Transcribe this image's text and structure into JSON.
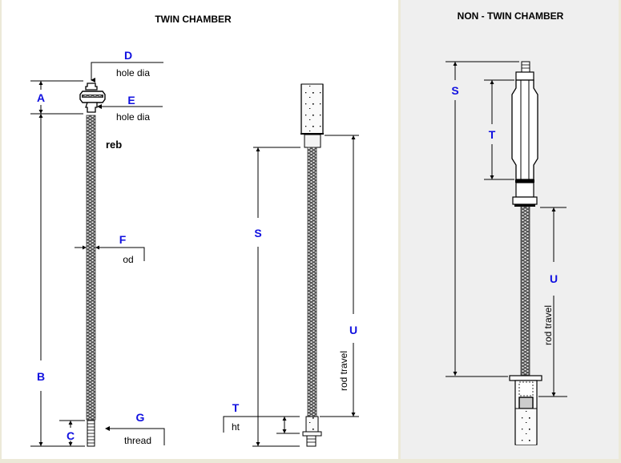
{
  "twin_chamber": {
    "title": "TWIN CHAMBER",
    "dimensions": {
      "A": "A",
      "B": "B",
      "C": "C",
      "D": "D",
      "D_note": "hole dia",
      "E": "E",
      "E_note": "hole dia",
      "F": "F",
      "F_note": "od",
      "G": "G",
      "G_note": "thread",
      "S": "S",
      "T": "T",
      "T_note": "ht",
      "U": "U",
      "U_note": "rod travel"
    },
    "rod_label": "reb"
  },
  "non_twin_chamber": {
    "title": "NON - TWIN CHAMBER",
    "dimensions": {
      "S": "S",
      "T": "T",
      "U": "U",
      "U_note": "rod travel"
    }
  },
  "colors": {
    "dimension_label": "#1010e0",
    "left_panel_bg": "#ffffff",
    "right_panel_bg": "#efefef",
    "frame_bg": "#ece9d8"
  }
}
